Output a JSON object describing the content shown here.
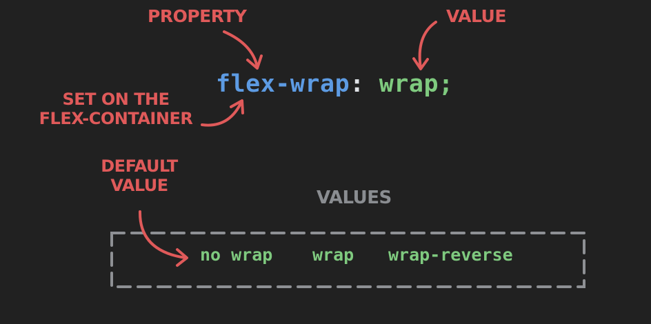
{
  "declaration": {
    "property": "flex-wrap",
    "colon": ":",
    "value": "wrap",
    "semicolon": ";"
  },
  "annotations": {
    "property_label": "PROPERTY",
    "value_label": "VALUE",
    "set_on_line1": "SET ON THE",
    "set_on_line2": "FLEX-CONTAINER",
    "default_line1": "DEFAULT",
    "default_line2": "VALUE"
  },
  "values_section": {
    "title": "VALUES",
    "items": [
      "no wrap",
      "wrap",
      "wrap-reverse"
    ]
  },
  "colors": {
    "background": "#212121",
    "property": "#5d9be3",
    "value": "#7fca7f",
    "colon": "#dfe2e6",
    "annotation": "#e05a5a",
    "values_title": "#8a8d91",
    "dashed_box": "#8e9094"
  }
}
